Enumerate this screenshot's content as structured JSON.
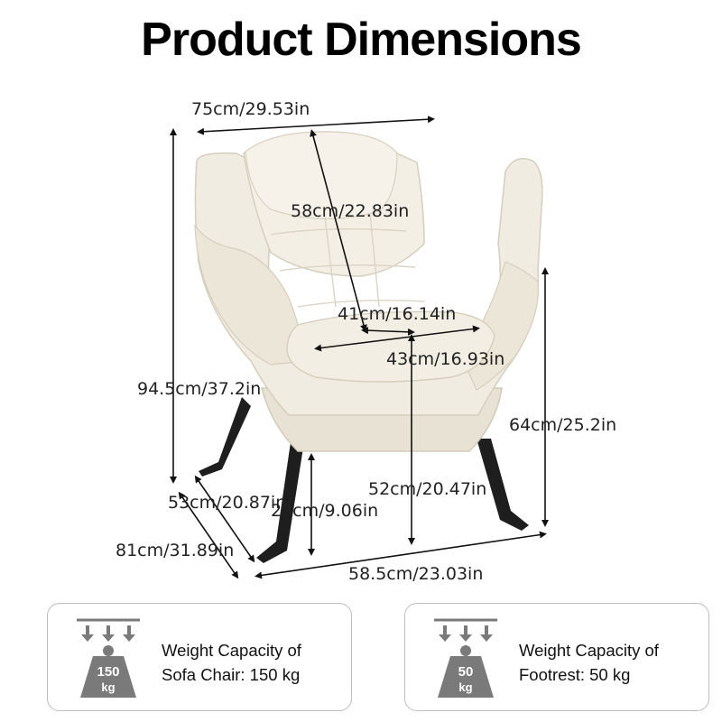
{
  "title": "Product Dimensions",
  "dimensions": {
    "width_top": "75cm/29.53in",
    "backrest": "58cm/22.83in",
    "seat_width": "41cm/16.14in",
    "seat_depth": "43cm/16.93in",
    "total_height": "94.5cm/37.2in",
    "arm_height": "64cm/25.2in",
    "seat_height": "52cm/20.47in",
    "side_depth": "53cm/20.87in",
    "clearance": "23cm/9.06in",
    "total_depth": "81cm/31.89in",
    "base_width": "58.5cm/23.03in"
  },
  "cards": [
    {
      "weight_number": "150",
      "weight_unit": "kg",
      "line1": "Weight Capacity of",
      "line2": "Sofa Chair: 150 kg"
    },
    {
      "weight_number": "50",
      "weight_unit": "kg",
      "line1": "Weight Capacity of",
      "line2": "Footrest: 50 kg"
    }
  ],
  "colors": {
    "chair_fabric": "#f1ece1",
    "chair_shadow": "#d9d2c3",
    "legs": "#1e1e1e",
    "icon_gray": "#7a7a7a"
  }
}
